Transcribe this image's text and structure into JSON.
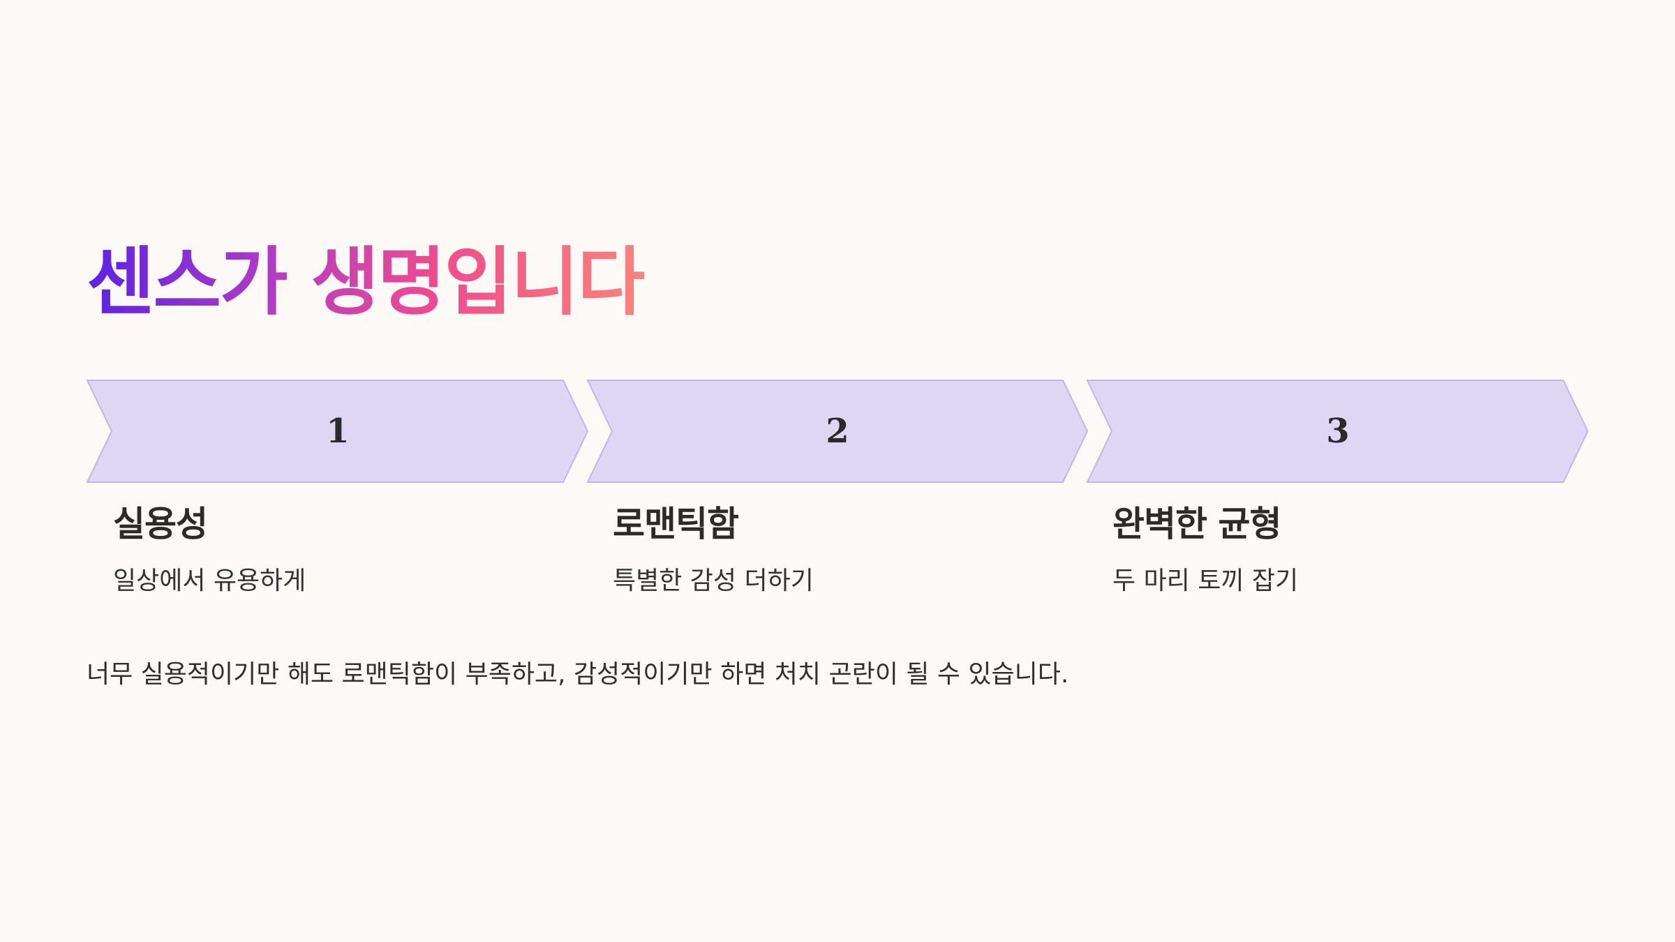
{
  "slide": {
    "title": "센스가 생명입니다",
    "steps": [
      {
        "number": "1",
        "heading": "실용성",
        "description": "일상에서 유용하게"
      },
      {
        "number": "2",
        "heading": "로맨틱함",
        "description": "특별한 감성 더하기"
      },
      {
        "number": "3",
        "heading": "완벽한 균형",
        "description": "두 마리 토끼 잡기"
      }
    ],
    "footnote": "너무 실용적이기만 해도 로맨틱함이 부족하고, 감성적이기만 하면 처치 곤란이 될 수 있습니다."
  },
  "colors": {
    "background": "#fdf9f6",
    "chevron_fill": "#dfd6f4",
    "chevron_stroke": "#c2b6e6",
    "title_gradient": [
      "#5a22e6",
      "#b23bc6",
      "#ef4a8e",
      "#f9837a"
    ]
  }
}
